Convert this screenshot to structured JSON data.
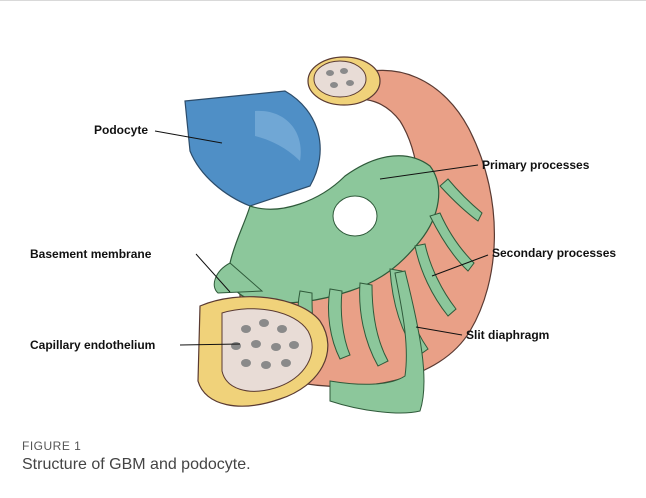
{
  "figure": {
    "labels": {
      "podocyte": "Podocyte",
      "primary_processes": "Primary processes",
      "basement_membrane": "Basement membrane",
      "secondary_processes": "Secondary processes",
      "capillary_endothelium": "Capillary endothelium",
      "slit_diaphragm": "Slit diaphragm"
    },
    "colors": {
      "podocyte_body": "#4f8fc6",
      "foot_processes": "#8cc79b",
      "capillary": "#e9a087",
      "basement_membrane": "#f0d27a",
      "endothelium": "#e8dcd6",
      "pores": "#8a8a8a"
    }
  },
  "caption": {
    "figure_id": "FIGURE 1",
    "text": "Structure of GBM and podocyte."
  }
}
